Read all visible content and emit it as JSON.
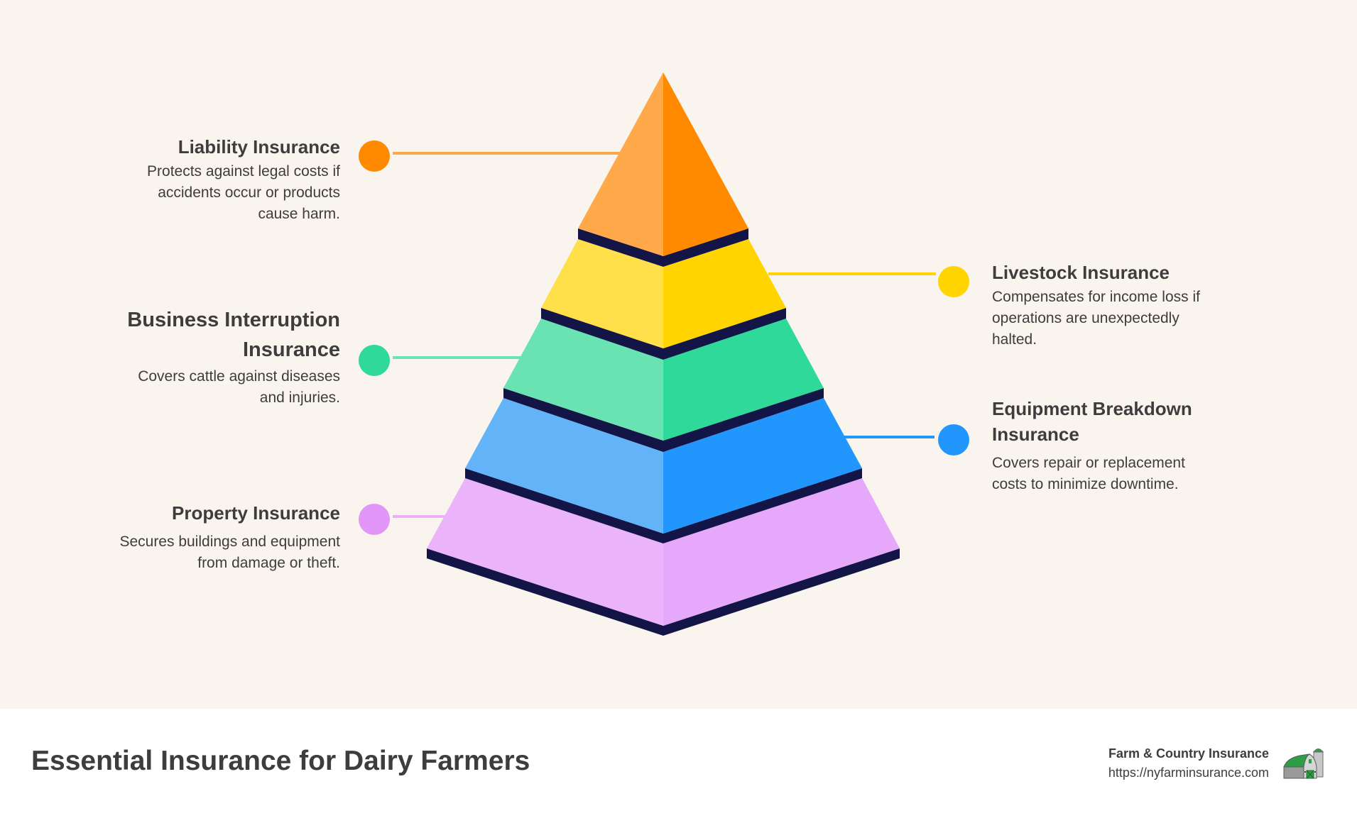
{
  "diagram": {
    "type": "pyramid",
    "layers_top_to_bottom": [
      {
        "id": "liberty",
        "title": "Liability Insurance",
        "color_light": "#ffa94a",
        "color_dark": "#ff8a00"
      },
      {
        "id": "livestock",
        "title": "Livestock Insurance",
        "color_light": "#ffdf4a",
        "color_dark": "#ffd400"
      },
      {
        "id": "business",
        "title": "Business Interruption Insurance",
        "color_light": "#6ae3b3",
        "color_dark": "#2ed99a"
      },
      {
        "id": "equipment",
        "title": "Equipment Breakdown Insurance",
        "color_light": "#63b3f8",
        "color_dark": "#2196fd"
      },
      {
        "id": "property",
        "title": "Property Insurance",
        "color_light": "#ebb3fa",
        "color_dark": "#e5a8fa"
      }
    ],
    "band_color": "#131547"
  },
  "labels": {
    "liability": {
      "title": "Liability Insurance",
      "desc_lines": [
        "Protects against legal costs if",
        "accidents occur or products",
        "cause harm."
      ],
      "dot_color": "#ff8a00",
      "line_color": "#f9a94a"
    },
    "business": {
      "title_lines": [
        "Business Interruption",
        "Insurance"
      ],
      "desc_lines": [
        "Covers cattle against diseases",
        "and injuries."
      ],
      "dot_color": "#2ed99a",
      "line_color": "#6ae3b3"
    },
    "property": {
      "title": "Property Insurance",
      "desc_lines": [
        "Secures buildings and equipment",
        "from damage or theft."
      ],
      "dot_color": "#e296f8",
      "line_color": "#ebb0f6"
    },
    "livestock": {
      "title": "Livestock Insurance",
      "desc_lines": [
        "Compensates for income loss if",
        "operations are unexpectedly",
        "halted."
      ],
      "dot_color": "#ffd400",
      "line_color": "#ffd400"
    },
    "equipment": {
      "title_lines": [
        "Equipment Breakdown",
        "Insurance"
      ],
      "desc_lines": [
        "Covers repair or replacement",
        "costs to minimize downtime."
      ],
      "dot_color": "#2196fd",
      "line_color": "#2196fd"
    }
  },
  "footer": {
    "title": "Essential Insurance for Dairy Farmers",
    "brand_name": "Farm & Country Insurance",
    "brand_url": "https://nyfarminsurance.com",
    "logo_icon": "barn-icon"
  }
}
